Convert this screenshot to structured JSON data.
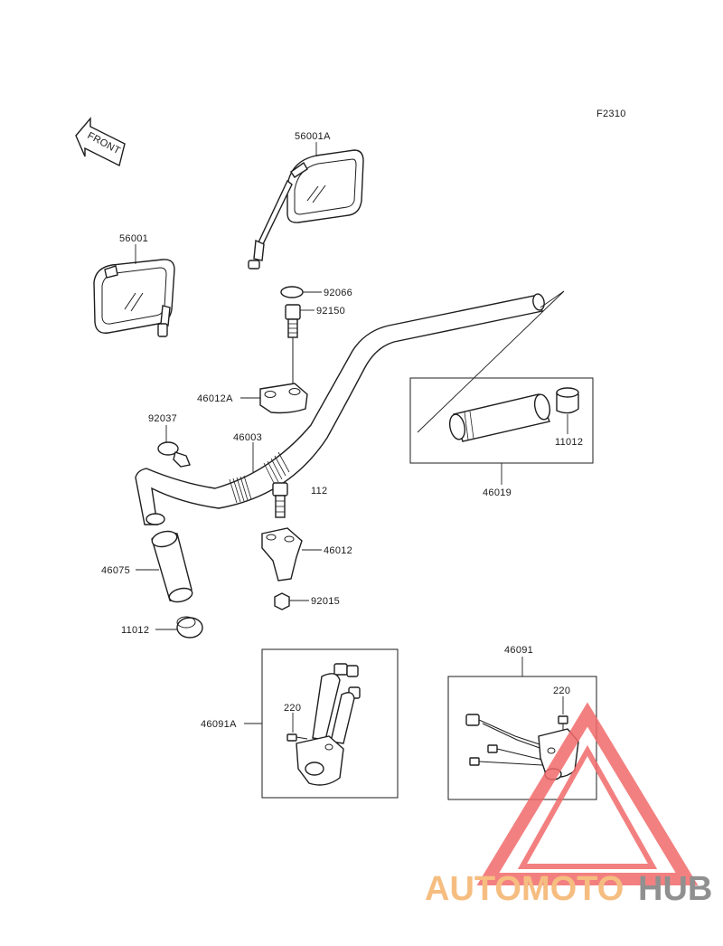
{
  "diagram": {
    "figure_code": "F2310",
    "front_label": "FRONT",
    "callouts": {
      "mirror_right": "56001A",
      "mirror_left": "56001",
      "cap": "92066",
      "bolt_top": "92150",
      "holder_upper": "46012A",
      "clamp_band": "92037",
      "handlebar": "46003",
      "bolt_112": "112",
      "holder_lower": "46012",
      "nut": "92015",
      "grip_left": "46075",
      "end_cap_left": "11012",
      "end_cap_right": "11012",
      "throttle_grip": "46019",
      "switch_right": "46091",
      "switch_left": "46091A",
      "screw_left": "220",
      "screw_right": "220"
    }
  },
  "watermark": {
    "part1": "AUTOMOTO",
    "part2": "HUB",
    "color_orange": "#f5b26b",
    "color_red": "#f26a6a",
    "color_gray": "#7d7d7d"
  }
}
